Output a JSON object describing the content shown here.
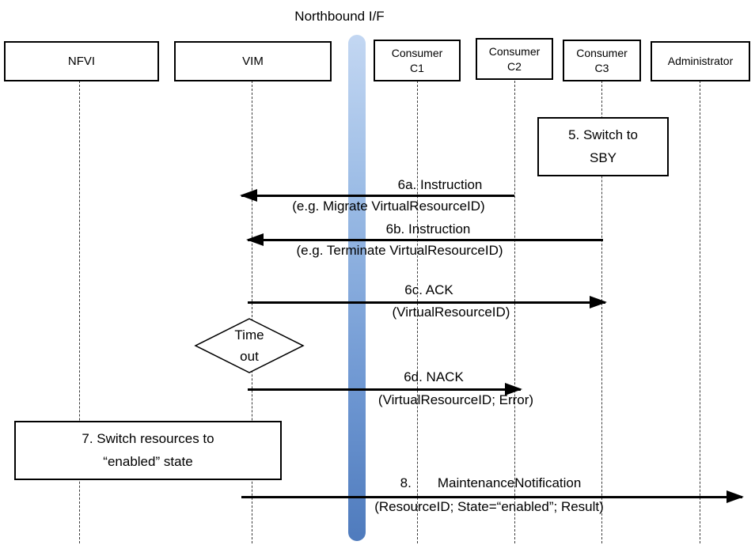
{
  "title": "Northbound I/F",
  "actors": [
    {
      "label": "NFVI"
    },
    {
      "label": "VIM"
    },
    {
      "label": "Consumer\nC1"
    },
    {
      "label": "Consumer\nC2"
    },
    {
      "label": "Consumer\nC3"
    },
    {
      "label": "Administrator"
    }
  ],
  "notes": {
    "switch_sby": "5. Switch to\nSBY",
    "timeout": "Time\nout",
    "switch_enabled": "7. Switch resources to\n“enabled” state"
  },
  "messages": [
    {
      "id": "6a",
      "from": "Consumer C2",
      "to": "VIM",
      "label": "6a. Instruction",
      "detail": "(e.g. Migrate VirtualResourceID)"
    },
    {
      "id": "6b",
      "from": "Consumer C3",
      "to": "VIM",
      "label": "6b. Instruction",
      "detail": "(e.g. Terminate VirtualResourceID)"
    },
    {
      "id": "6c",
      "from": "VIM",
      "to": "Consumer C3",
      "label": "6c. ACK",
      "detail": "(VirtualResourceID)"
    },
    {
      "id": "6d",
      "from": "VIM",
      "to": "Consumer C2",
      "label": "6d. NACK",
      "detail": "(VirtualResourceID; Error)"
    },
    {
      "id": "8",
      "from": "VIM",
      "to": "Administrator",
      "label": "8.       MaintenanceNotification",
      "detail": "(ResourceID; State=“enabled”; Result)"
    }
  ],
  "colors": {
    "bar_top": "#c3d7f2",
    "bar_bottom": "#4f7bbd",
    "line": "#000000",
    "background": "#ffffff"
  }
}
